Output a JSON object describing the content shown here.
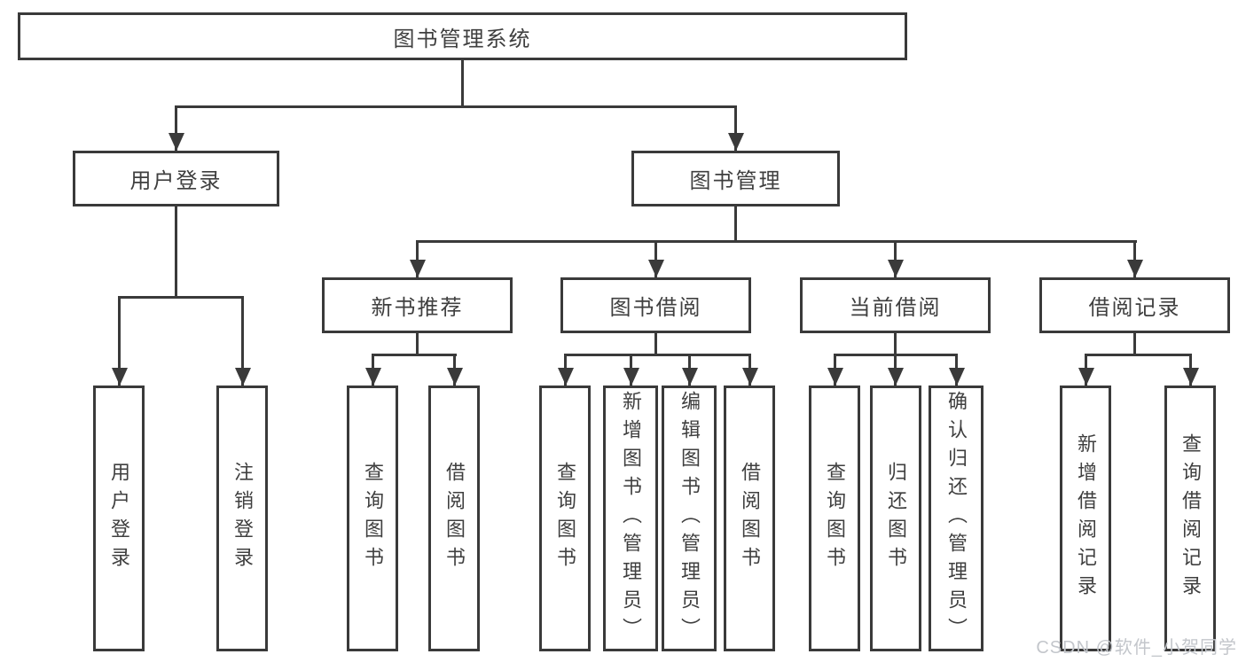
{
  "tree": {
    "root": {
      "label": "图书管理系统"
    },
    "user_login": {
      "label": "用户登录",
      "children": {
        "login": {
          "label": "用户登录"
        },
        "logout": {
          "label": "注销登录"
        }
      }
    },
    "book_mgmt": {
      "label": "图书管理",
      "children": {
        "new_book_rec": {
          "label": "新书推荐",
          "children": {
            "query_books": {
              "label": "查询图书"
            },
            "borrow_books": {
              "label": "借阅图书"
            }
          }
        },
        "book_borrow": {
          "label": "图书借阅",
          "children": {
            "query_books": {
              "label": "查询图书"
            },
            "add_books_admin": {
              "label": "新增图书（管理员）"
            },
            "edit_books_admin": {
              "label": "编辑图书（管理员）"
            },
            "borrow_books": {
              "label": "借阅图书"
            }
          }
        },
        "current_borrow": {
          "label": "当前借阅",
          "children": {
            "query_books": {
              "label": "查询图书"
            },
            "return_books": {
              "label": "归还图书"
            },
            "confirm_return_admin": {
              "label": "确认归还（管理员）"
            }
          }
        },
        "borrow_records": {
          "label": "借阅记录",
          "children": {
            "add_borrow_record": {
              "label": "新增借阅记录"
            },
            "query_borrow_record": {
              "label": "查询借阅记录"
            }
          }
        }
      }
    }
  },
  "watermark": "CSDN @软件_小贺同学",
  "colors": {
    "line": "#3a3a3a",
    "text": "#3f3f3f",
    "box_background": "#ffffff",
    "watermark": "#c3c6cb"
  }
}
